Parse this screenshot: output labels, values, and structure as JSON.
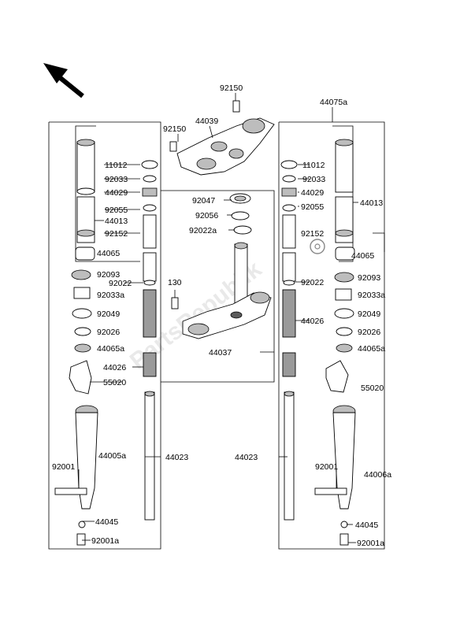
{
  "watermark": "PartsRepublik",
  "labels": {
    "p92150_top": "92150",
    "p44075a": "44075a",
    "p44039": "44039",
    "p92150_left": "92150",
    "l11012": "11012",
    "l92033": "92033",
    "l44029": "44029",
    "l92055": "92055",
    "l44013": "44013",
    "l92152": "92152",
    "l44065": "44065",
    "l92093": "92093",
    "l92022": "92022",
    "l92033a": "92033a",
    "l92049": "92049",
    "l92026": "92026",
    "l44065a": "44065a",
    "l44026": "44026",
    "l55020": "55020",
    "l44005a": "44005a",
    "l92001": "92001",
    "l44045": "44045",
    "l92001a": "92001a",
    "l44023": "44023",
    "c92047": "92047",
    "c92056": "92056",
    "c92022a": "92022a",
    "c130": "130",
    "c44037": "44037",
    "r11012": "11012",
    "r92033": "92033",
    "r44029": "44029",
    "r92055": "92055",
    "r44013": "44013",
    "r92152": "92152",
    "r44065": "44065",
    "r92093": "92093",
    "r92022": "92022",
    "r92033a": "92033a",
    "r92049": "92049",
    "r92026": "92026",
    "r44065a": "44065a",
    "r44026": "44026",
    "r55020": "55020",
    "r44023": "44023",
    "r92001": "92001",
    "r44006a": "44006a",
    "r44045": "44045",
    "r92001a": "92001a"
  }
}
